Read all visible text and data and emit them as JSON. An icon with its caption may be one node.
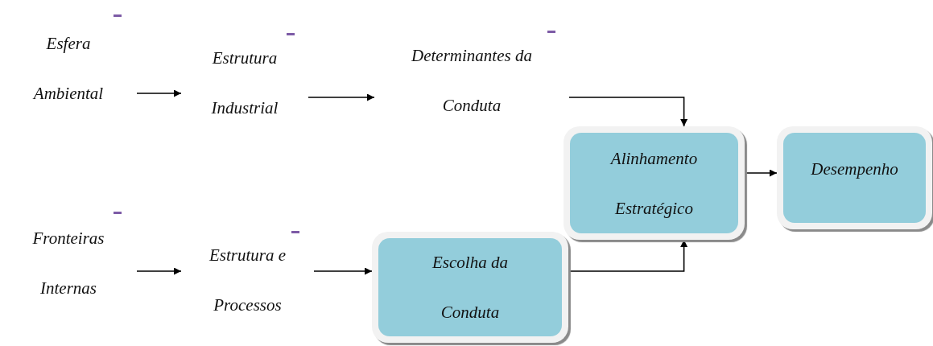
{
  "diagram": {
    "nodes": [
      {
        "text": [
          "Esfera Ambiental"
        ]
      },
      {
        "text": [
          "Estrutura Industrial"
        ]
      },
      {
        "text": [
          "Determinantes da Conduta"
        ]
      },
      {
        "text": [
          "Fronteiras Internas"
        ]
      },
      {
        "text": [
          "Estrutura e Processos"
        ]
      },
      {
        "text": [
          "Escolha da Conduta"
        ]
      },
      {
        "text": [
          "Alinhamento Estratégico"
        ]
      },
      {
        "text": [
          "Desempenho"
        ]
      }
    ],
    "edges": [
      {
        "from": 0,
        "to": 1,
        "arrow": "to"
      },
      {
        "from": 1,
        "to": 2,
        "arrow": "to"
      },
      {
        "from": 2,
        "to": 6,
        "arrow": "to"
      },
      {
        "from": 3,
        "to": 4,
        "arrow": "to"
      },
      {
        "from": 4,
        "to": 5,
        "arrow": "to"
      },
      {
        "from": 5,
        "to": 6,
        "arrow": "to"
      },
      {
        "from": 6,
        "to": 7,
        "arrow": "to"
      }
    ]
  }
}
